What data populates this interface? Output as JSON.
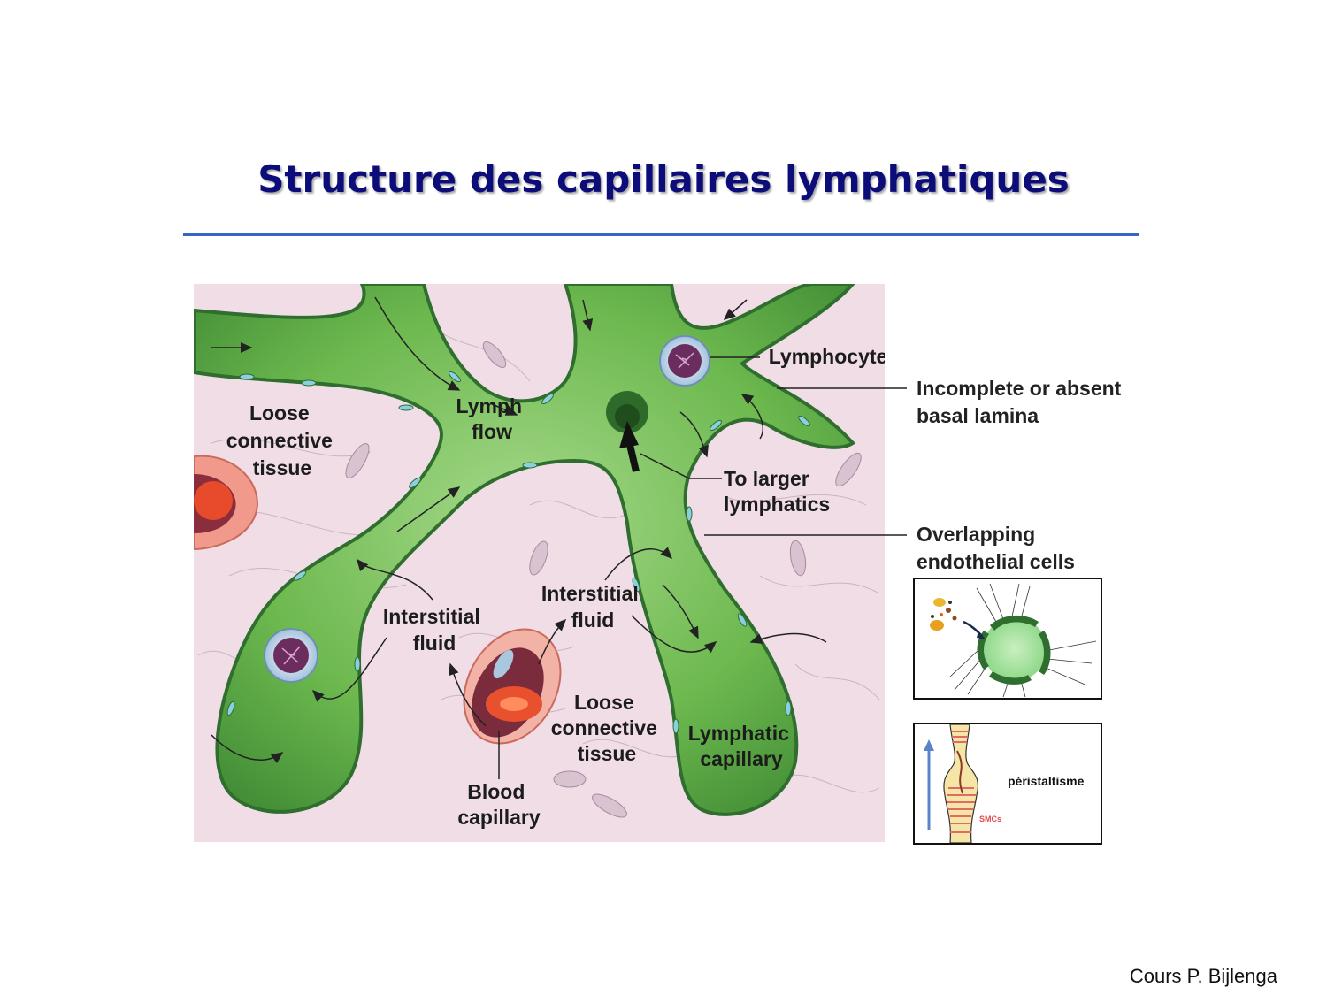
{
  "title": "Structure des capillaires lymphatiques",
  "diagram": {
    "labels": {
      "loose_tissue_left": [
        "Loose",
        "connective",
        "tissue"
      ],
      "lymph_flow": [
        "Lymph",
        "flow"
      ],
      "lymphocyte": "Lymphocyte",
      "to_larger": [
        "To larger",
        "lymphatics"
      ],
      "interstitial_left": [
        "Interstitial",
        "fluid"
      ],
      "interstitial_right": [
        "Interstitial",
        "fluid"
      ],
      "loose_tissue_center": [
        "Loose",
        "connective",
        "tissue"
      ],
      "lymphatic_capillary": [
        "Lymphatic",
        "capillary"
      ],
      "blood_capillary": [
        "Blood",
        "capillary"
      ]
    }
  },
  "side_labels": {
    "basal_lamina": [
      "Incomplete or absent",
      "basal lamina"
    ],
    "overlapping": [
      "Overlapping",
      "endothelial cells"
    ]
  },
  "inset_peristalsis": {
    "label": "péristaltisme",
    "smc_label": "SMCs"
  },
  "credit": "Cours P. Bijlenga",
  "colors": {
    "title": "#0d0d7a",
    "rule": "#3a63c8",
    "lymph_green": "#6cb84e",
    "tissue_pink": "#f1dde6"
  }
}
